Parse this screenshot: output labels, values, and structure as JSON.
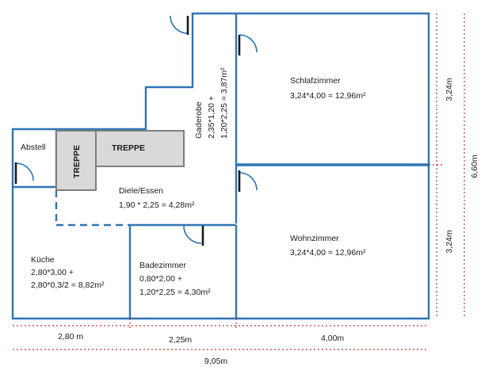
{
  "rooms": {
    "abstell": {
      "name": "Abstell"
    },
    "treppe_vertical": {
      "label": "TREPPE"
    },
    "treppe_horizontal": {
      "label": "TREPPE"
    },
    "gaderobe": {
      "name": "Gaderobe",
      "formula_1": "2,35*1,20 +",
      "formula_2": "1,20*2,25 = 3,87m²"
    },
    "schlafzimmer": {
      "name": "Schlafzimmer",
      "formula": "3,24*4,00 = 12,96m²"
    },
    "diele": {
      "name": "Diele/Essen",
      "formula": "1,90 * 2,25 = 4,28m²"
    },
    "kueche": {
      "name": "Küche",
      "formula_1": "2,80*3,00 +",
      "formula_2": "2,80*0,3/2 = 8,82m²"
    },
    "badezimmer": {
      "name": "Badezimmer",
      "formula_1": "0,80*2,00 +",
      "formula_2": "1,20*2,25 = 4,30m²"
    },
    "wohnzimmer": {
      "name": "Wohnzimmer",
      "formula": "3,24*4,00 = 12,96m²"
    }
  },
  "dimensions": {
    "width_kueche": "2,80 m",
    "width_bad": "2,25m",
    "width_wohn": "4,00m",
    "width_total": "9,05m",
    "height_schlaf": "3,24m",
    "height_wohn": "3,24m",
    "height_total": "6,60m"
  },
  "colors": {
    "walls": "#2e74b5",
    "dimension_lines": "#c00000",
    "stairs": "#d9d9d9"
  }
}
